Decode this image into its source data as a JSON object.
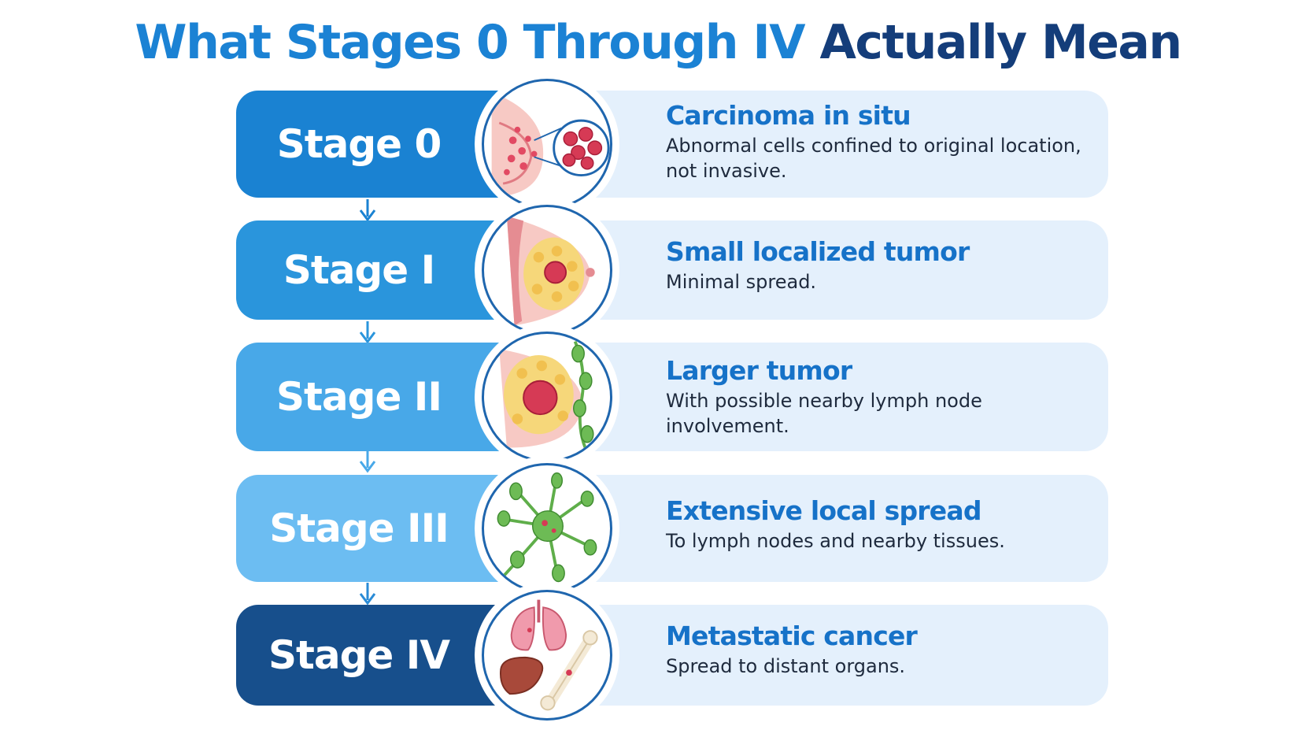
{
  "title": {
    "part1": "What Stages 0 Through IV",
    "part2": "Actually Mean"
  },
  "colors": {
    "title_light": "#1b82d4",
    "title_dark": "#143d7a",
    "panel": "#e4f0fc",
    "heading": "#1672c8",
    "stage0": "#1a82d2",
    "stage1": "#2a95dc",
    "stage2": "#48a8e8",
    "stage3": "#6cbdf2",
    "stage4": "#174f8c"
  },
  "stages": [
    {
      "label": "Stage 0",
      "heading": "Carcinoma in situ",
      "description": "Abnormal cells confined to original location, not invasive.",
      "icon": "breast-cells-magnified-icon"
    },
    {
      "label": "Stage I",
      "heading": "Small localized tumor",
      "description": "Minimal spread.",
      "icon": "breast-small-tumor-icon"
    },
    {
      "label": "Stage II",
      "heading": "Larger tumor",
      "description": "With possible nearby lymph node involvement.",
      "icon": "breast-tumor-lymph-icon"
    },
    {
      "label": "Stage III",
      "heading": "Extensive local spread",
      "description": "To lymph nodes and nearby tissues.",
      "icon": "lymph-network-icon"
    },
    {
      "label": "Stage IV",
      "heading": "Metastatic cancer",
      "description": "Spread to distant organs.",
      "icon": "distant-organs-icon"
    }
  ]
}
